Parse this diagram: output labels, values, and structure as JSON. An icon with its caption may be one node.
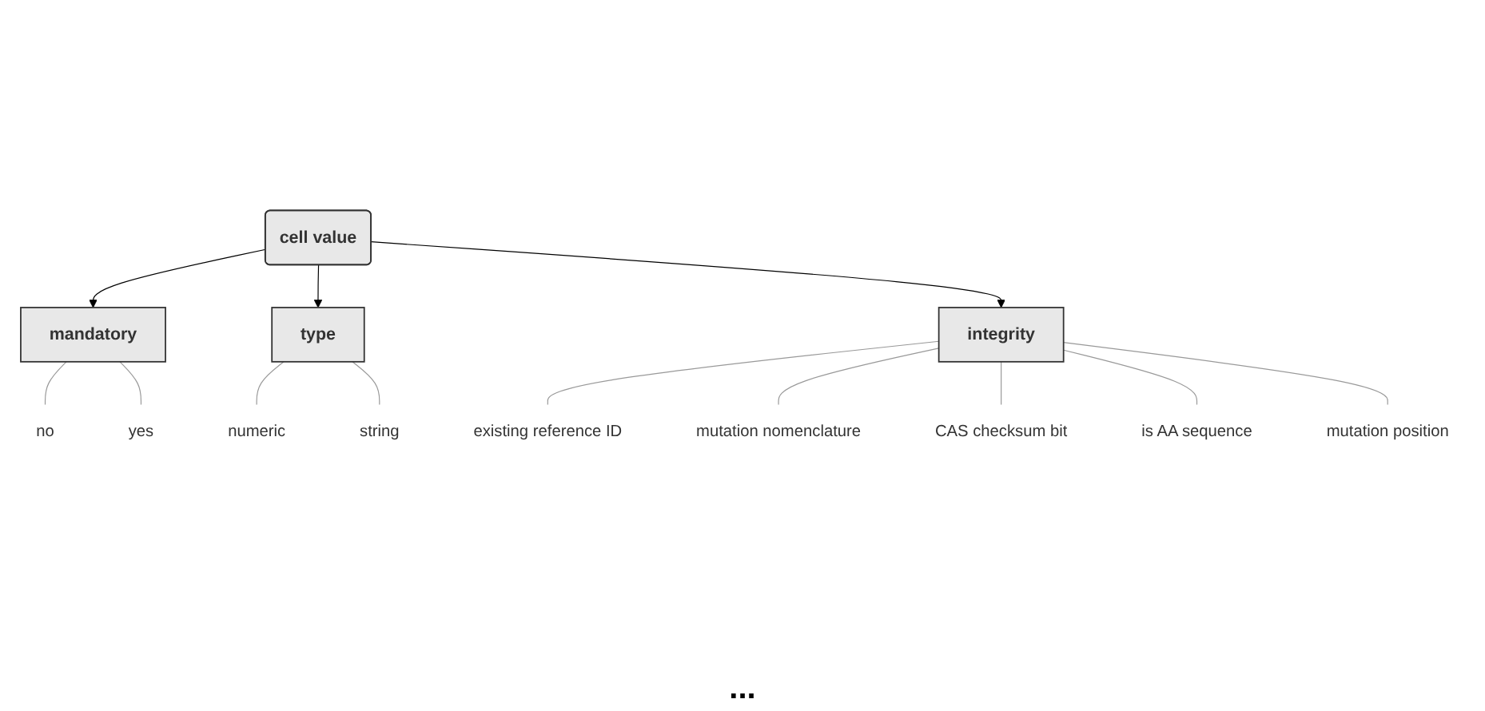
{
  "diagram": {
    "nodes": [
      {
        "text": [
          "cell value"
        ]
      },
      {
        "text": [
          "mandatory"
        ]
      },
      {
        "text": [
          "type"
        ]
      },
      {
        "text": [
          "integrity"
        ]
      },
      {
        "text": [
          "no"
        ]
      },
      {
        "text": [
          "yes"
        ]
      },
      {
        "text": [
          "numeric"
        ]
      },
      {
        "text": [
          "string"
        ]
      },
      {
        "text": [
          "existing reference ID"
        ]
      },
      {
        "text": [
          "mutation nomenclature"
        ]
      },
      {
        "text": [
          "CAS checksum bit"
        ]
      },
      {
        "text": [
          "is AA sequence"
        ]
      },
      {
        "text": [
          "mutation position"
        ]
      }
    ],
    "edges": [
      {
        "from": 0,
        "to": 1,
        "arrow": "to",
        "color": "#000000"
      },
      {
        "from": 0,
        "to": 2,
        "arrow": "to",
        "color": "#000000"
      },
      {
        "from": 0,
        "to": 3,
        "arrow": "to",
        "color": "#000000"
      },
      {
        "from": 1,
        "to": 4,
        "arrow": "none"
      },
      {
        "from": 1,
        "to": 5,
        "arrow": "none"
      },
      {
        "from": 2,
        "to": 6,
        "arrow": "none"
      },
      {
        "from": 2,
        "to": 7,
        "arrow": "none"
      },
      {
        "from": 3,
        "to": 8,
        "arrow": "none"
      },
      {
        "from": 3,
        "to": 9,
        "arrow": "none"
      },
      {
        "from": 3,
        "to": 10,
        "arrow": "none"
      },
      {
        "from": 3,
        "to": 11,
        "arrow": "none"
      },
      {
        "from": 3,
        "to": 12,
        "arrow": "none"
      }
    ],
    "labels": [
      "..."
    ]
  }
}
